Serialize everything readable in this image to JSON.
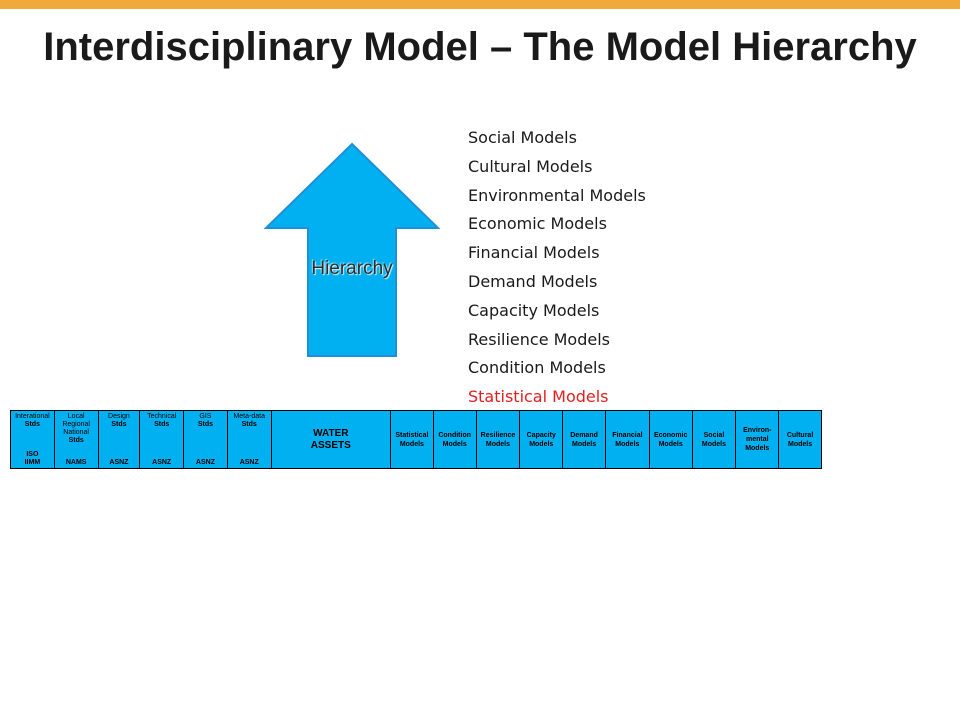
{
  "colors": {
    "accent_bar": "#f2a93b",
    "arrow_fill": "#00b0f0",
    "arrow_stroke": "#1f8fd6",
    "model_text": "#1a1a1a",
    "highlight_text": "#e02020",
    "strip_fill": "#00b0f0"
  },
  "slide": {
    "title": "Interdisciplinary Model – The Model Hierarchy"
  },
  "arrow": {
    "label": "Hierarchy",
    "icon": "up-arrow-icon"
  },
  "model_list": [
    {
      "label": "Social Models",
      "highlight": false
    },
    {
      "label": "Cultural Models",
      "highlight": false
    },
    {
      "label": "Environmental Models",
      "highlight": false
    },
    {
      "label": "Economic Models",
      "highlight": false
    },
    {
      "label": "Financial Models",
      "highlight": false
    },
    {
      "label": "Demand Models",
      "highlight": false
    },
    {
      "label": "Capacity Models",
      "highlight": false
    },
    {
      "label": "Resilience Models",
      "highlight": false
    },
    {
      "label": "Condition Models",
      "highlight": false
    },
    {
      "label": "Statistical Models",
      "highlight": true
    }
  ],
  "asset_strip": {
    "standards": [
      {
        "head": "Interational",
        "sub": "Stds",
        "bottom": "ISO\nIIMM"
      },
      {
        "head": "Local\nRegional\nNational",
        "sub": "Stds",
        "bottom": "NAMS"
      },
      {
        "head": "Design",
        "sub": "Stds",
        "bottom": "ASNZ"
      },
      {
        "head": "Technical",
        "sub": "Stds",
        "bottom": "ASNZ"
      },
      {
        "head": "GIS",
        "sub": "Stds",
        "bottom": "ASNZ"
      },
      {
        "head": "Meta-data",
        "sub": "Stds",
        "bottom": "ASNZ"
      }
    ],
    "center": "WATER\nASSETS",
    "models": [
      "Statistical\nModels",
      "Condition\nModels",
      "Resilience\nModels",
      "Capacity\nModels",
      "Demand\nModels",
      "Financial\nModels",
      "Economic\nModels",
      "Social\nModels",
      "Environ-\nmental\nModels",
      "Cultural\nModels"
    ]
  }
}
